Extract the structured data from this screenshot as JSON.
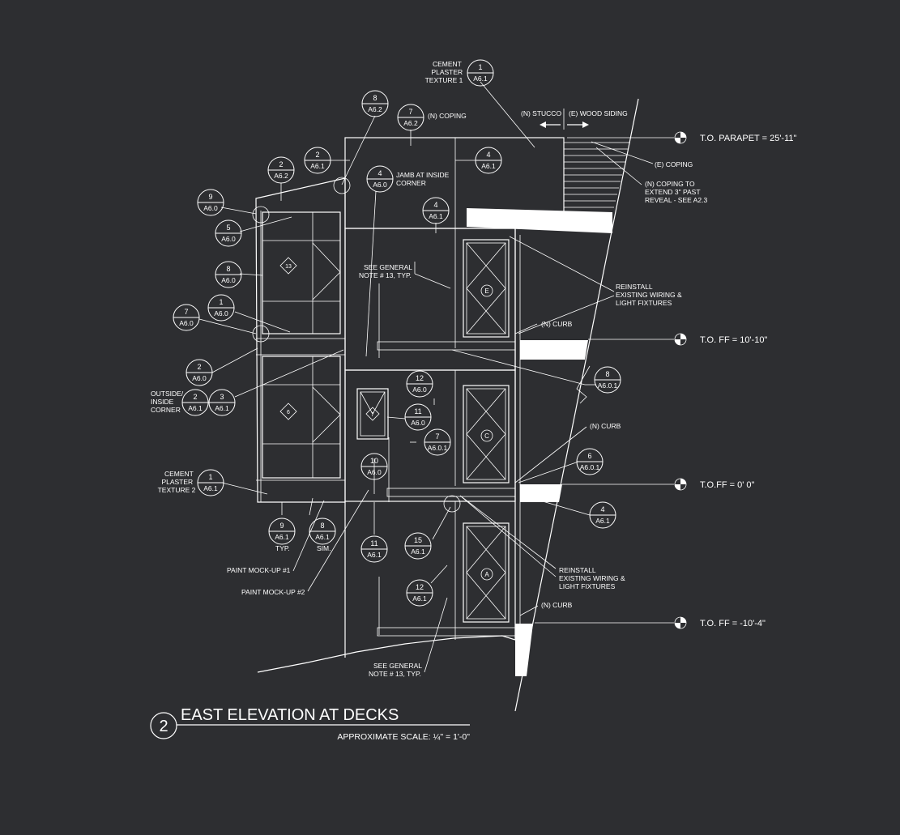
{
  "drawing": {
    "number": "2",
    "title": "EAST ELEVATION AT DECKS",
    "scale": "APPROXIMATE SCALE: ¼\" = 1'-0\""
  },
  "levels": [
    {
      "label": "T.O. PARAPET = 25'-11\""
    },
    {
      "label": "T.O. FF = 10'-10\""
    },
    {
      "label": "T.O.FF = 0' 0\""
    },
    {
      "label": "T.O. FF = -10'-4\""
    }
  ],
  "notes": {
    "cement_plaster_1": [
      "CEMENT",
      "PLASTER",
      "TEXTURE 1"
    ],
    "coping_n": "(N) COPING",
    "stucco": "(N) STUCCO",
    "wood_siding": "(E) WOOD SIDING",
    "coping_e": "(E) COPING",
    "coping_extend": [
      "(N) COPING TO",
      "EXTEND 3\" PAST",
      "REVEAL - SEE A2.3"
    ],
    "jamb": [
      "JAMB AT INSIDE",
      "CORNER"
    ],
    "general_13a": [
      "SEE GENERAL",
      "NOTE # 13, TYP."
    ],
    "reinstall_a": [
      "REINSTALL",
      "EXISTING WIRING &",
      "LIGHT FIXTURES"
    ],
    "curb_a": "(N) CURB",
    "outside_inside": [
      "OUTSIDE/",
      "INSIDE",
      "CORNER"
    ],
    "curb_b": "(N) CURB",
    "cement_plaster_2": [
      "CEMENT",
      "PLASTER",
      "TEXTURE 2"
    ],
    "typ": "TYP.",
    "sim": "SIM.",
    "paint_1": "PAINT MOCK-UP #1",
    "paint_2": "PAINT MOCK-UP #2",
    "reinstall_b": [
      "REINSTALL",
      "EXISTING WIRING &",
      "LIGHT FIXTURES"
    ],
    "curb_c": "(N) CURB",
    "general_13b": [
      "SEE GENERAL",
      "NOTE # 13, TYP."
    ]
  },
  "tags": {
    "window_13": "13",
    "window_6": "6",
    "window_7": "7",
    "door_e": "E",
    "door_c": "C",
    "door_a": "A"
  },
  "bubbles": [
    {
      "n": "1",
      "s": "A6.1"
    },
    {
      "n": "8",
      "s": "A6.2"
    },
    {
      "n": "7",
      "s": "A6.2"
    },
    {
      "n": "2",
      "s": "A6.1"
    },
    {
      "n": "4",
      "s": "A6.1"
    },
    {
      "n": "2",
      "s": "A6.2"
    },
    {
      "n": "4",
      "s": "A6.0"
    },
    {
      "n": "9",
      "s": "A6.0"
    },
    {
      "n": "4",
      "s": "A6.1"
    },
    {
      "n": "5",
      "s": "A6.0"
    },
    {
      "n": "8",
      "s": "A6.0"
    },
    {
      "n": "1",
      "s": "A6.0"
    },
    {
      "n": "7",
      "s": "A6.0"
    },
    {
      "n": "2",
      "s": "A6.0"
    },
    {
      "n": "12",
      "s": "A6.0"
    },
    {
      "n": "8",
      "s": "A6.0.1"
    },
    {
      "n": "2",
      "s": "A6.1"
    },
    {
      "n": "3",
      "s": "A6.1"
    },
    {
      "n": "11",
      "s": "A6.0"
    },
    {
      "n": "7",
      "s": "A6.0.1"
    },
    {
      "n": "6",
      "s": "A6.0.1"
    },
    {
      "n": "10",
      "s": "A6.0"
    },
    {
      "n": "1",
      "s": "A6.1"
    },
    {
      "n": "4",
      "s": "A6.1"
    },
    {
      "n": "9",
      "s": "A6.1"
    },
    {
      "n": "8",
      "s": "A6.1"
    },
    {
      "n": "11",
      "s": "A6.1"
    },
    {
      "n": "15",
      "s": "A6.1"
    },
    {
      "n": "12",
      "s": "A6.1"
    }
  ]
}
